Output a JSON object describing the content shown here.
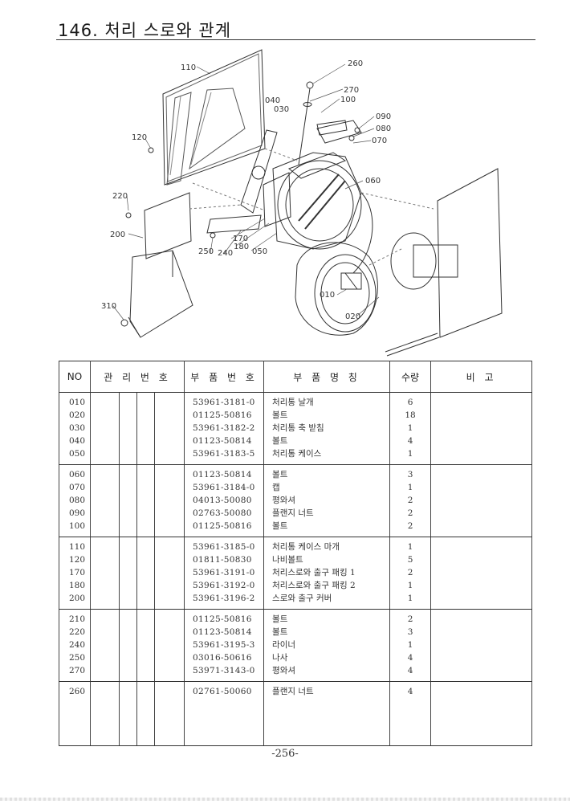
{
  "page": {
    "title": "146. 처리 스로와 관계",
    "page_number": "-256-"
  },
  "figure": {
    "callouts": [
      "110",
      "260",
      "270",
      "100",
      "040",
      "030",
      "090",
      "080",
      "070",
      "120",
      "060",
      "220",
      "200",
      "170",
      "180",
      "250",
      "240",
      "050",
      "310",
      "010",
      "020"
    ]
  },
  "table": {
    "headers": {
      "no": "NO",
      "mgmt": "관 리 번 호",
      "part_no": "부 품 번 호",
      "name": "부 품 명 칭",
      "qty": "수량",
      "remark": "비 고"
    },
    "groups": [
      {
        "no": [
          "010",
          "020",
          "030",
          "040",
          "050"
        ],
        "part_no": [
          "53961-3181-0",
          "01125-50816",
          "53961-3182-2",
          "01123-50814",
          "53961-3183-5"
        ],
        "name": [
          "처리통 날개",
          "볼트",
          "처리통 축 받침",
          "볼트",
          "처리통 케이스"
        ],
        "qty": [
          "6",
          "18",
          "1",
          "4",
          "1"
        ]
      },
      {
        "no": [
          "060",
          "070",
          "080",
          "090",
          "100"
        ],
        "part_no": [
          "01123-50814",
          "53961-3184-0",
          "04013-50080",
          "02763-50080",
          "01125-50816"
        ],
        "name": [
          "볼트",
          "캡",
          "평와셔",
          "플랜지 너트",
          "볼트"
        ],
        "qty": [
          "3",
          "1",
          "2",
          "2",
          "2"
        ]
      },
      {
        "no": [
          "110",
          "120",
          "170",
          "180",
          "200"
        ],
        "part_no": [
          "53961-3185-0",
          "01811-50830",
          "53961-3191-0",
          "53961-3192-0",
          "53961-3196-2"
        ],
        "name": [
          "처리통 케이스 마개",
          "나비볼트",
          "처리스로와 출구 패킹 1",
          "처리스로와 출구 패킹 2",
          "스로와 출구 커버"
        ],
        "qty": [
          "1",
          "5",
          "2",
          "1",
          "1"
        ]
      },
      {
        "no": [
          "210",
          "220",
          "240",
          "250",
          "270"
        ],
        "part_no": [
          "01125-50816",
          "01123-50814",
          "53961-3195-3",
          "03016-50616",
          "53971-3143-0"
        ],
        "name": [
          "볼트",
          "볼트",
          "라이너",
          "나사",
          "평와셔"
        ],
        "qty": [
          "2",
          "3",
          "1",
          "4",
          "4"
        ]
      },
      {
        "no": [
          "260"
        ],
        "part_no": [
          "02761-50060"
        ],
        "name": [
          "플랜지 너트"
        ],
        "qty": [
          "4"
        ]
      }
    ]
  }
}
